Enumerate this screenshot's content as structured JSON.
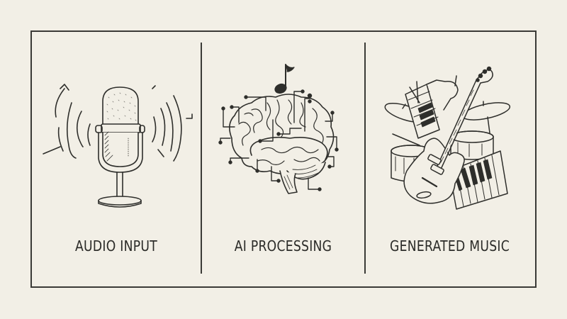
{
  "diagram": {
    "type": "process-flow",
    "colors": {
      "background": "#f2efe6",
      "ink": "#2e2e2b",
      "border": "#3a3a36"
    },
    "steps": [
      {
        "label": "AUDIO INPUT",
        "icon": "microphone-icon",
        "description": "Vintage studio microphone on stand with sound waves"
      },
      {
        "label": "AI PROCESSING",
        "icon": "brain-circuit-icon",
        "description": "Brain with circuit traces and a music note above"
      },
      {
        "label": "GENERATED MUSIC",
        "icon": "instruments-icon",
        "description": "Electric guitar, keyboards, drums and cymbals"
      }
    ]
  }
}
